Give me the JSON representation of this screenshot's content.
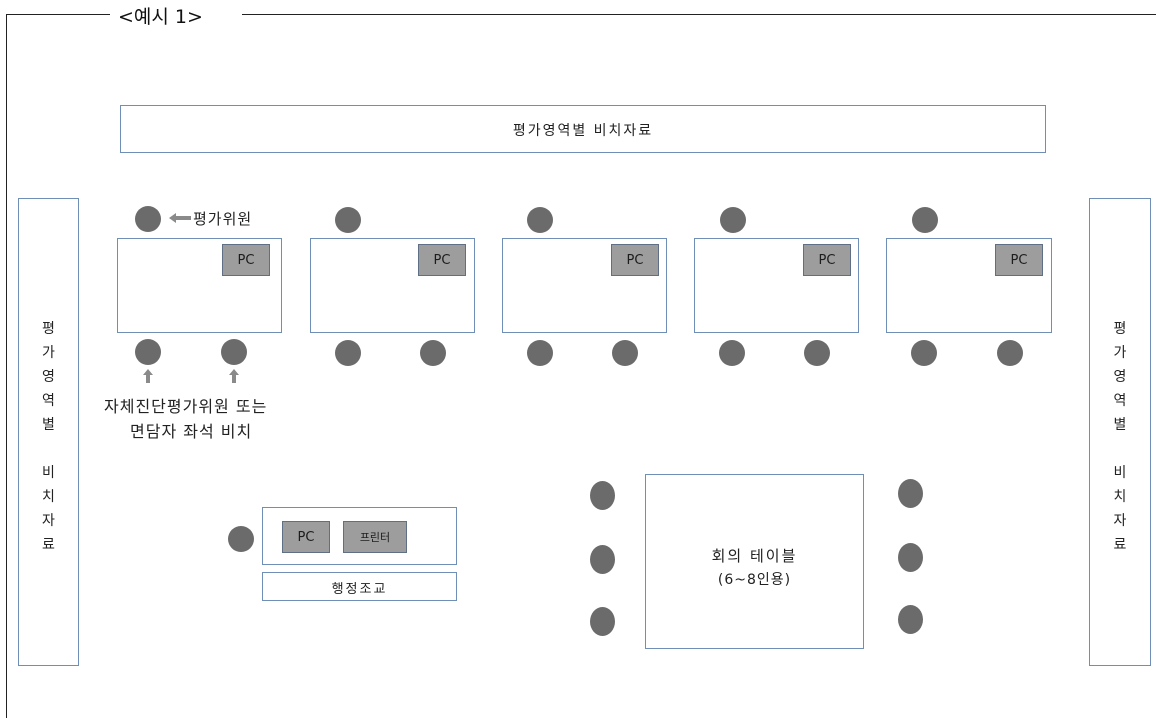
{
  "frame": {
    "title": "<예시 1>"
  },
  "top_shelf": {
    "label": "평가영역별 비치자료"
  },
  "left_shelf": {
    "label": "평\n가\n영\n역\n별\n\n비\n치\n자\n료"
  },
  "right_shelf": {
    "label": "평\n가\n영\n역\n별\n\n비\n치\n자\n료"
  },
  "evaluator_legend": "평가위원",
  "desks": [
    {
      "pc_label": "PC"
    },
    {
      "pc_label": "PC"
    },
    {
      "pc_label": "PC"
    },
    {
      "pc_label": "PC"
    },
    {
      "pc_label": "PC"
    }
  ],
  "seat_note": {
    "line1": "자체진단평가위원 또는",
    "line2": "면담자 좌석 비치"
  },
  "admin_desk": {
    "pc_label": "PC",
    "printer_label": "프린터",
    "name": "행정조교"
  },
  "meeting_table": {
    "line1": "회의 테이블",
    "line2": "(6~8인용)"
  }
}
